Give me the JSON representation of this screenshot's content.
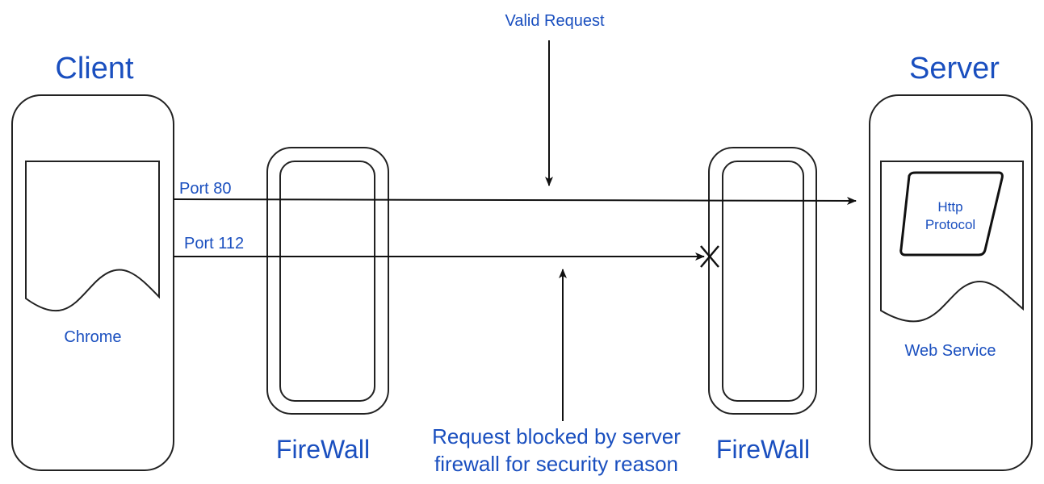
{
  "diagram": {
    "title_annotation": "Valid Request",
    "client": {
      "title": "Client",
      "app_label": "Chrome"
    },
    "client_firewall": {
      "label": "FireWall"
    },
    "server_firewall": {
      "label": "FireWall"
    },
    "server": {
      "title": "Server",
      "service_label": "Web Service",
      "protocol_label_line1": "Http",
      "protocol_label_line2": "Protocol"
    },
    "connections": [
      {
        "port_label": "Port 80",
        "status": "allowed"
      },
      {
        "port_label": "Port 112",
        "status": "blocked"
      }
    ],
    "blocked_note": {
      "line1": "Request blocked by server",
      "line2": "firewall for security reason"
    },
    "colors": {
      "label_blue": "#1a4fbf",
      "stroke": "#222222"
    }
  }
}
